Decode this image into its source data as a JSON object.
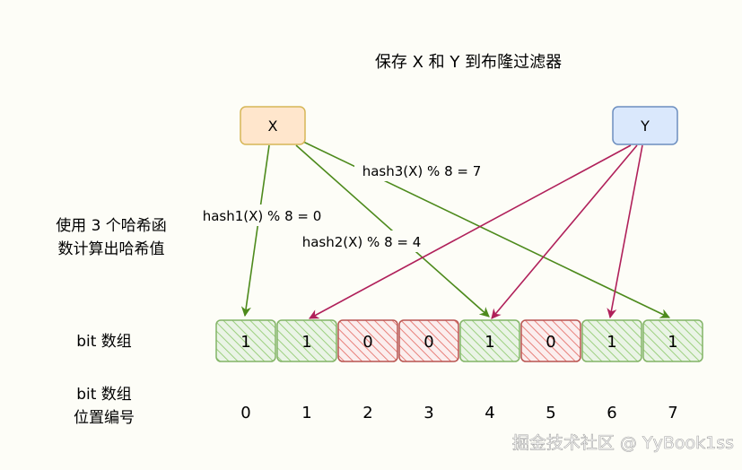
{
  "title": "保存 X 和 Y 到布隆过滤器",
  "nodes": {
    "x": {
      "label": "X",
      "fill": "#ffe6cc",
      "stroke": "#d6b656"
    },
    "y": {
      "label": "Y",
      "fill": "#dae8fc",
      "stroke": "#6c8ebf"
    }
  },
  "hash_note": [
    "使用 3 个哈希函",
    "数计算出哈希值"
  ],
  "hash_labels": {
    "h1": "hash1(X) % 8 = 0",
    "h2": "hash2(X) % 8 = 4",
    "h3": "hash3(X) % 8 = 7"
  },
  "bit_array_label": "bit 数组",
  "position_label": [
    "bit 数组",
    "位置编号"
  ],
  "bits": [
    {
      "value": "1",
      "state": "set"
    },
    {
      "value": "1",
      "state": "set"
    },
    {
      "value": "0",
      "state": "unset"
    },
    {
      "value": "0",
      "state": "unset"
    },
    {
      "value": "1",
      "state": "set"
    },
    {
      "value": "0",
      "state": "unset"
    },
    {
      "value": "1",
      "state": "set"
    },
    {
      "value": "1",
      "state": "set"
    }
  ],
  "positions": [
    "0",
    "1",
    "2",
    "3",
    "4",
    "5",
    "6",
    "7"
  ],
  "colors": {
    "x_arrow": "#4d8a1c",
    "y_arrow": "#b0205a",
    "set_fill": "#d5e8d4",
    "set_stroke": "#82b366",
    "set_hatch": "#9ccf7f",
    "unset_fill": "#f8cecc",
    "unset_stroke": "#b85450",
    "unset_hatch": "#e8807a"
  },
  "watermark": "掘金技术社区 @ YyBook1ss"
}
